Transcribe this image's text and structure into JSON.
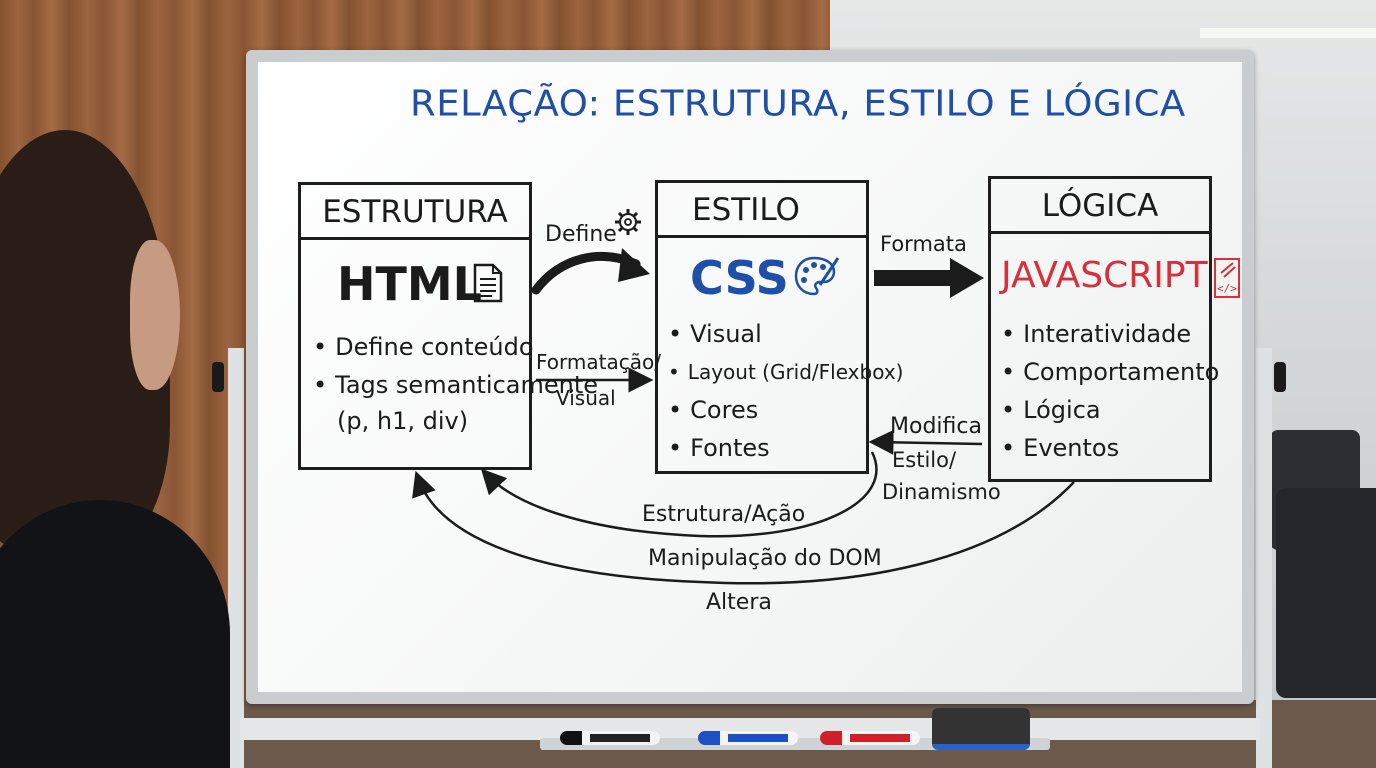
{
  "title": "RELAÇÃO: ESTRUTURA, ESTILO E LÓGICA",
  "colors": {
    "title": "#1f4fa8",
    "css": "#1f4fa8",
    "javascript": "#d7303a",
    "ink": "#1b1b1b"
  },
  "boxes": {
    "estrutura": {
      "header": "ESTRUTURA",
      "tech": "HTML",
      "icon": "document-icon",
      "bullets": [
        "Define conteúdo",
        "Tags semanticamente",
        "(p, h1, div)"
      ]
    },
    "estilo": {
      "header": "ESTILO",
      "tech": "CSS",
      "icon": "palette-icon",
      "bullets": [
        "Visual",
        "Layout (Grid/Flexbox)",
        "Cores",
        "Fontes"
      ]
    },
    "logica": {
      "header": "LÓGICA",
      "tech": "JAVASCRIPT",
      "icon": "code-file-icon",
      "bullets": [
        "Interatividade",
        "Comportamento",
        "Lógica",
        "Eventos"
      ]
    }
  },
  "arrows": {
    "define": "Define",
    "define_icon": "gear-icon",
    "formatacao_line1": "Formatação/",
    "formatacao_line2": "Visual",
    "formata": "Formata",
    "modifica": "Modifica",
    "estilo_dinamismo_line1": "Estilo/",
    "estilo_dinamismo_line2": "Dinamismo",
    "estrutura_acao": "Estrutura/Ação",
    "manipulacao_dom": "Manipulação do DOM",
    "altera": "Altera"
  }
}
